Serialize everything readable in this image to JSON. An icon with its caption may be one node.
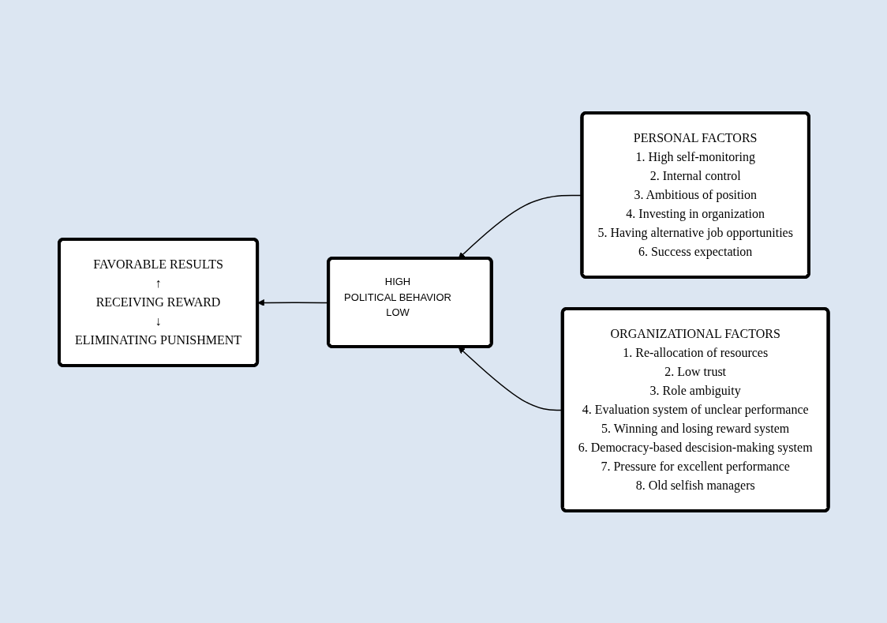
{
  "diagram": {
    "nodes": [
      {
        "text": [
          "FAVORABLE RESULTS",
          "↑",
          "RECEIVING REWARD",
          "↓",
          "ELIMINATING PUNISHMENT"
        ]
      },
      {
        "text": [
          "HIGH",
          "POLITICAL BEHAVIOR",
          "LOW"
        ]
      },
      {
        "text": [
          "PERSONAL FACTORS",
          "1. High self-monitoring",
          "2. Internal control",
          "3. Ambitious of position",
          "4. Investing in organization",
          "5. Having alternative job opportunities",
          "6. Success expectation"
        ]
      },
      {
        "text": [
          "ORGANIZATIONAL FACTORS",
          "1. Re-allocation of resources",
          "2. Low trust",
          "3. Role ambiguity",
          "4. Evaluation system of unclear performance",
          "5. Winning and losing reward system",
          "6. Democracy-based descision-making system",
          "7. Pressure for excellent performance",
          "8. Old selfish managers"
        ]
      }
    ],
    "edges": [
      {
        "from": 1,
        "to": 0,
        "arrow": "to"
      },
      {
        "from": 2,
        "to": 1,
        "arrow": "to"
      },
      {
        "from": 3,
        "to": 1,
        "arrow": "to"
      }
    ]
  }
}
